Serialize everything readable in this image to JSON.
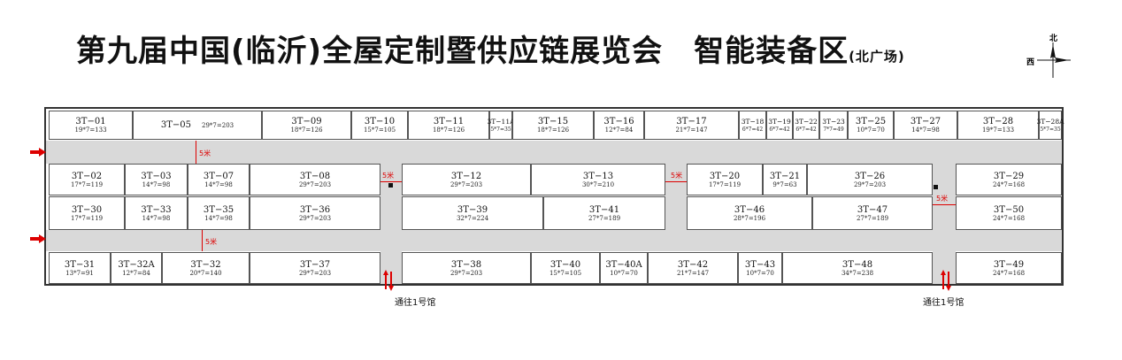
{
  "title": {
    "main": "第九届中国(临沂)全屋定制暨供应链展览会　智能装备区",
    "sub": "(北广场)"
  },
  "compass": {
    "north": "北",
    "west": "西"
  },
  "walkway_label": "5米",
  "exit_label": "通往1号馆",
  "booths": [
    {
      "id": "3T−01",
      "size": "19*7=133"
    },
    {
      "id": "3T−05",
      "size": "29*7=203"
    },
    {
      "id": "3T−09",
      "size": "18*7=126"
    },
    {
      "id": "3T−10",
      "size": "15*7=105"
    },
    {
      "id": "3T−11",
      "size": "18*7=126"
    },
    {
      "id": "3T−11A",
      "size": "5*7=35"
    },
    {
      "id": "3T−15",
      "size": "18*7=126"
    },
    {
      "id": "3T−16",
      "size": "12*7=84"
    },
    {
      "id": "3T−17",
      "size": "21*7=147"
    },
    {
      "id": "3T−18",
      "size": "6*7=42"
    },
    {
      "id": "3T−19",
      "size": "6*7=42"
    },
    {
      "id": "3T−22",
      "size": "6*7=42"
    },
    {
      "id": "3T−23",
      "size": "7*7=49"
    },
    {
      "id": "3T−25",
      "size": "10*7=70"
    },
    {
      "id": "3T−27",
      "size": "14*7=98"
    },
    {
      "id": "3T−28",
      "size": "19*7=133"
    },
    {
      "id": "3T−28A",
      "size": "5*7=35"
    },
    {
      "id": "3T−02",
      "size": "17*7=119"
    },
    {
      "id": "3T−03",
      "size": "14*7=98"
    },
    {
      "id": "3T−07",
      "size": "14*7=98"
    },
    {
      "id": "3T−08",
      "size": "29*7=203"
    },
    {
      "id": "3T−12",
      "size": "29*7=203"
    },
    {
      "id": "3T−13",
      "size": "30*7=210"
    },
    {
      "id": "3T−20",
      "size": "17*7=119"
    },
    {
      "id": "3T−21",
      "size": "9*7=63"
    },
    {
      "id": "3T−26",
      "size": "29*7=203"
    },
    {
      "id": "3T−29",
      "size": "24*7=168"
    },
    {
      "id": "3T−30",
      "size": "17*7=119"
    },
    {
      "id": "3T−33",
      "size": "14*7=98"
    },
    {
      "id": "3T−35",
      "size": "14*7=98"
    },
    {
      "id": "3T−36",
      "size": "29*7=203"
    },
    {
      "id": "3T−39",
      "size": "32*7=224"
    },
    {
      "id": "3T−41",
      "size": "27*7=189"
    },
    {
      "id": "3T−46",
      "size": "28*7=196"
    },
    {
      "id": "3T−47",
      "size": "27*7=189"
    },
    {
      "id": "3T−50",
      "size": "24*7=168"
    },
    {
      "id": "3T−31",
      "size": "13*7=91"
    },
    {
      "id": "3T−32A",
      "size": "12*7=84"
    },
    {
      "id": "3T−32",
      "size": "20*7=140"
    },
    {
      "id": "3T−37",
      "size": "29*7=203"
    },
    {
      "id": "3T−38",
      "size": "29*7=203"
    },
    {
      "id": "3T−40",
      "size": "15*7=105"
    },
    {
      "id": "3T−40A",
      "size": "10*7=70"
    },
    {
      "id": "3T−42",
      "size": "21*7=147"
    },
    {
      "id": "3T−43",
      "size": "10*7=70"
    },
    {
      "id": "3T−48",
      "size": "34*7=238"
    },
    {
      "id": "3T−49",
      "size": "24*7=168"
    }
  ]
}
